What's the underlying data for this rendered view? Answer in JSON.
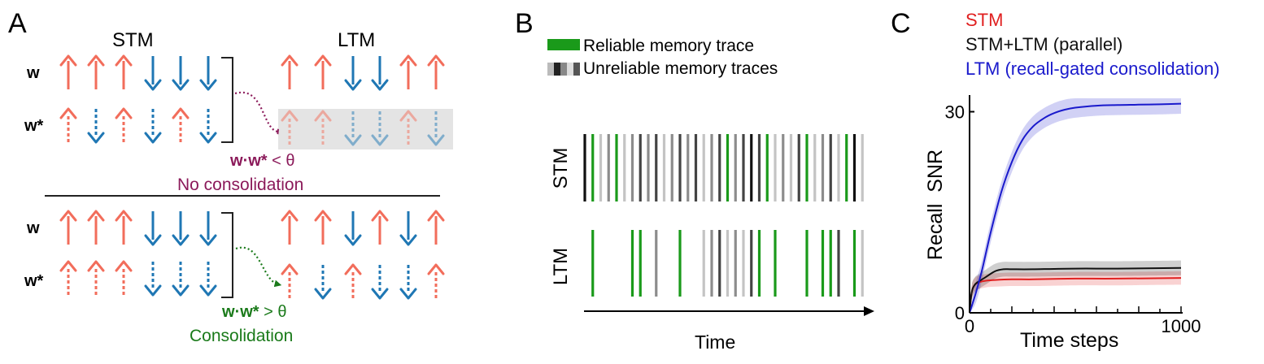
{
  "panel_a": {
    "letter": "A",
    "stm_title": "STM",
    "ltm_title": "LTM",
    "row_w": "w",
    "row_wstar": "w*",
    "no_consol": {
      "w": "w",
      "dot": "·",
      "wstar": "w*",
      "rel": "< θ",
      "label": "No consolidation"
    },
    "consol": {
      "w": "w",
      "dot": "·",
      "wstar": "w*",
      "rel": "> θ",
      "label": "Consolidation"
    },
    "colors": {
      "up": "#f26d5b",
      "down": "#1f77b4",
      "purple": "#8b1a5a",
      "green": "#1a7a1a",
      "gray_box": "#e4e4e4"
    },
    "top": {
      "stm_w": [
        "up",
        "up",
        "up",
        "down",
        "down",
        "down"
      ],
      "stm_wstar": [
        "up",
        "down",
        "up",
        "down",
        "up",
        "down"
      ],
      "ltm_w": [
        "up",
        "up",
        "down",
        "down",
        "up",
        "up"
      ],
      "ltm_wstar": [
        "up",
        "up",
        "down",
        "down",
        "up",
        "down"
      ]
    },
    "bottom": {
      "stm_w": [
        "up",
        "up",
        "up",
        "down",
        "down",
        "down"
      ],
      "stm_wstar": [
        "up",
        "up",
        "up",
        "down",
        "down",
        "down"
      ],
      "ltm_w": [
        "up",
        "up",
        "down",
        "up",
        "down",
        "up"
      ],
      "ltm_wstar": [
        "up",
        "down",
        "up",
        "down",
        "down",
        "up"
      ]
    }
  },
  "panel_b": {
    "letter": "B",
    "legend_reliable": "Reliable memory trace",
    "legend_unreliable": "Unreliable memory traces",
    "row_stm": "STM",
    "row_ltm": "LTM",
    "time_label": "Time",
    "colors": {
      "green": "#1a9a1a",
      "black": "#111111",
      "dark": "#444444",
      "mid": "#8c8c8c",
      "light": "#c4c4c4"
    },
    "stm_traces": [
      "black",
      "green",
      "light",
      "mid",
      "green",
      "light",
      "mid",
      "dark",
      "mid",
      "dark",
      "light",
      "mid",
      "dark",
      "mid",
      "dark",
      "light",
      "mid",
      "dark",
      "green",
      "mid",
      "dark",
      "black",
      "dark",
      "green",
      "light",
      "mid",
      "light",
      "dark",
      "green",
      "light",
      "mid",
      "dark",
      "light",
      "green",
      "black",
      "light"
    ],
    "ltm_traces": [
      {
        "t": 1,
        "c": "green"
      },
      {
        "t": 6,
        "c": "green"
      },
      {
        "t": 7,
        "c": "green"
      },
      {
        "t": 9,
        "c": "mid"
      },
      {
        "t": 12,
        "c": "green"
      },
      {
        "t": 15,
        "c": "light"
      },
      {
        "t": 16,
        "c": "mid"
      },
      {
        "t": 17,
        "c": "dark"
      },
      {
        "t": 18,
        "c": "light"
      },
      {
        "t": 19,
        "c": "mid"
      },
      {
        "t": 20,
        "c": "light"
      },
      {
        "t": 21,
        "c": "dark"
      },
      {
        "t": 22,
        "c": "green"
      },
      {
        "t": 24,
        "c": "green"
      },
      {
        "t": 28,
        "c": "green"
      },
      {
        "t": 30,
        "c": "green"
      },
      {
        "t": 31,
        "c": "green"
      },
      {
        "t": 32,
        "c": "dark"
      },
      {
        "t": 34,
        "c": "green"
      },
      {
        "t": 35,
        "c": "light"
      }
    ]
  },
  "panel_c": {
    "letter": "C",
    "legend": [
      {
        "label": "STM",
        "color": "#e02020"
      },
      {
        "label": "STM+LTM (parallel)",
        "color": "#111111"
      },
      {
        "label": "LTM (recall-gated consolidation)",
        "color": "#1a1acc"
      }
    ]
  },
  "chart_data": {
    "type": "line",
    "title": "",
    "xlabel": "Time steps",
    "ylabel": "Recall  SNR",
    "xlim": [
      0,
      1000
    ],
    "ylim": [
      0,
      32
    ],
    "xticks": [
      0,
      1000
    ],
    "yticks": [
      0,
      30
    ],
    "grid": false,
    "series": [
      {
        "name": "STM",
        "color": "#e02020",
        "band": 1.0,
        "x": [
          0,
          10,
          25,
          50,
          80,
          120,
          200,
          300,
          500,
          700,
          1000
        ],
        "y": [
          0,
          3.0,
          4.2,
          4.6,
          4.8,
          4.9,
          5.0,
          5.0,
          5.1,
          5.1,
          5.2
        ]
      },
      {
        "name": "STM+LTM (parallel)",
        "color": "#111111",
        "band": 1.1,
        "x": [
          0,
          10,
          25,
          50,
          80,
          120,
          160,
          200,
          300,
          500,
          700,
          1000
        ],
        "y": [
          0,
          3.0,
          4.2,
          4.8,
          5.4,
          6.2,
          6.5,
          6.5,
          6.5,
          6.6,
          6.6,
          6.7
        ]
      },
      {
        "name": "LTM (recall-gated consolidation)",
        "color": "#1a1acc",
        "band": 1.5,
        "x": [
          0,
          30,
          60,
          100,
          150,
          200,
          250,
          300,
          350,
          400,
          450,
          500,
          600,
          700,
          800,
          900,
          1000
        ],
        "y": [
          0,
          3.0,
          6.5,
          12.0,
          18.0,
          22.5,
          25.8,
          27.8,
          29.0,
          29.8,
          30.3,
          30.6,
          30.9,
          31.0,
          31.05,
          31.1,
          31.2
        ]
      }
    ]
  }
}
